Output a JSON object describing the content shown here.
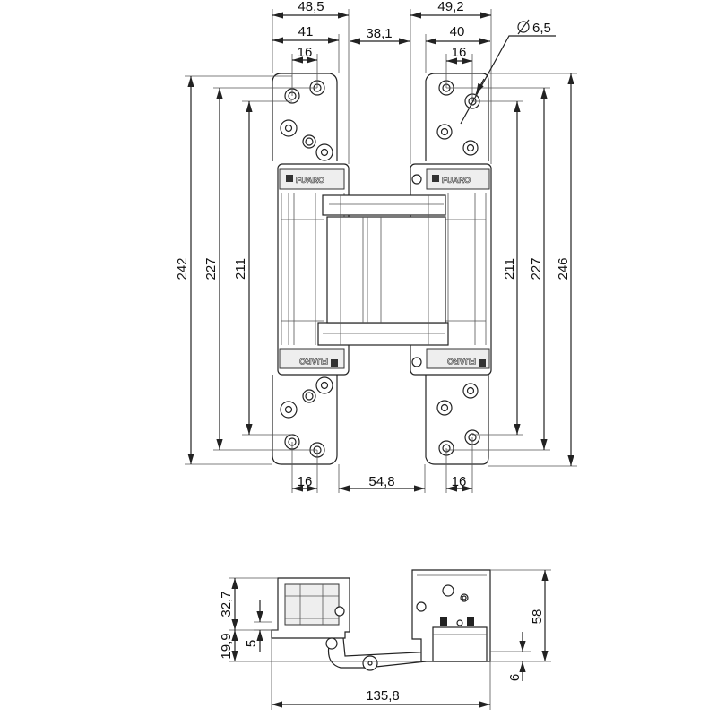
{
  "brand": "FUARO",
  "top_view": {
    "dims_top": {
      "left_plate_width": "48,5",
      "left_plate_inner": "41",
      "left_hole_spacing": "16",
      "gap": "38,1",
      "right_plate_width": "49,2",
      "right_plate_inner": "40",
      "right_hole_spacing": "16",
      "hole_diameter": "6,5"
    },
    "dims_left": {
      "outer": "242",
      "middle": "227",
      "inner": "211"
    },
    "dims_right": {
      "inner": "211",
      "middle": "227",
      "outer": "246"
    },
    "dims_bottom": {
      "left_hole_spacing": "16",
      "offset": "54,8",
      "right_hole_spacing": "16"
    }
  },
  "side_view": {
    "dims": {
      "upper_height": "32,7",
      "lower_height": "19,9",
      "step": "5",
      "total_height": "58",
      "bottom_offset": "6",
      "total_width": "135,8"
    }
  }
}
